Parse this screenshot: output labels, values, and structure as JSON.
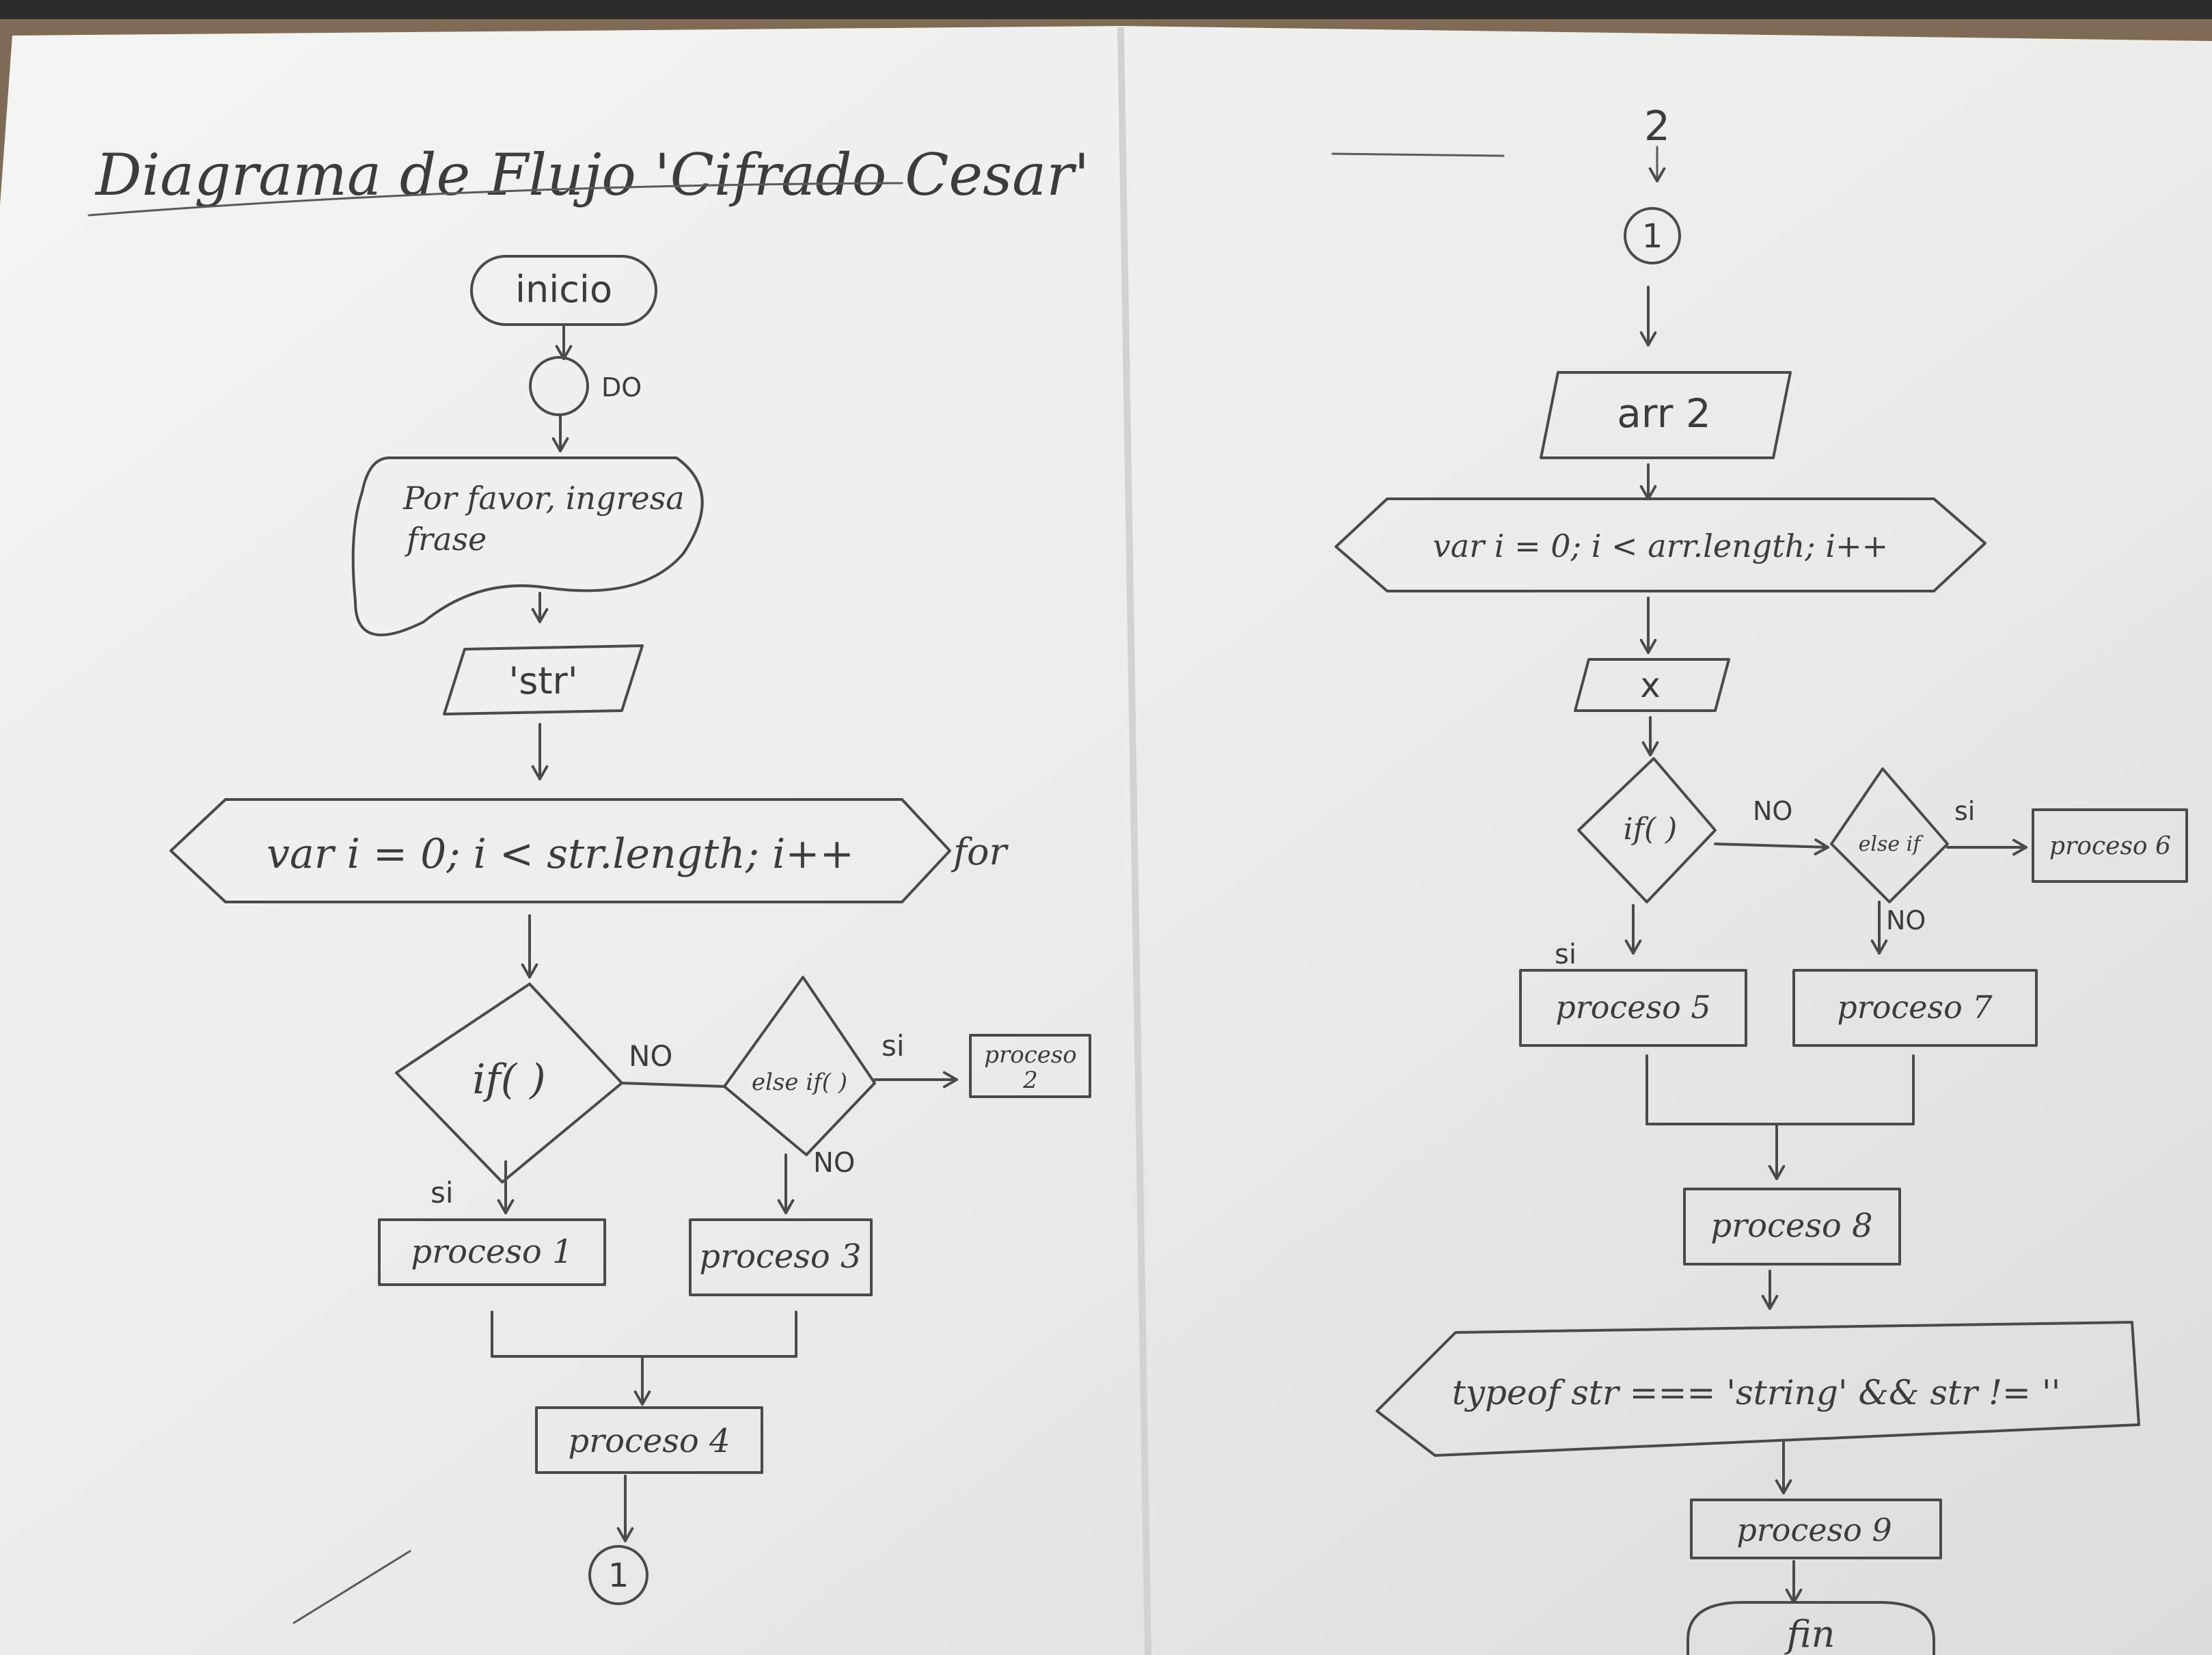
{
  "title": "Diagrama de Flujo 'Cifrado Cesar'",
  "page_left": {
    "start": "inicio",
    "do_label": "DO",
    "prompt_line1": "Por favor, ingresa",
    "prompt_line2": "frase",
    "input": "'str'",
    "loop": "var i = 0; i < str.length; i++",
    "loop_tag": "for",
    "cond_if": "if( )",
    "cond_elseif": "else if( )",
    "no1": "NO",
    "si1": "si",
    "si2": "si",
    "no2": "NO",
    "p1": "proceso 1",
    "p2_line1": "proceso",
    "p2_line2": "2",
    "p3": "proceso 3",
    "p4": "proceso 4",
    "connector": "1"
  },
  "page_right": {
    "top_mark": "2",
    "connector": "1",
    "arr": "arr 2",
    "loop": "var i = 0; i < arr.length; i++",
    "x": "x",
    "cond_if": "if( )",
    "cond_elseif": "else if",
    "no1": "NO",
    "si1": "si",
    "si2": "si",
    "no2": "NO",
    "p5": "proceso 5",
    "p6": "proceso 6",
    "p7": "proceso 7",
    "p8": "proceso 8",
    "typeof": "typeof str === 'string' && str != ''",
    "p9": "proceso 9",
    "end": "fin"
  }
}
